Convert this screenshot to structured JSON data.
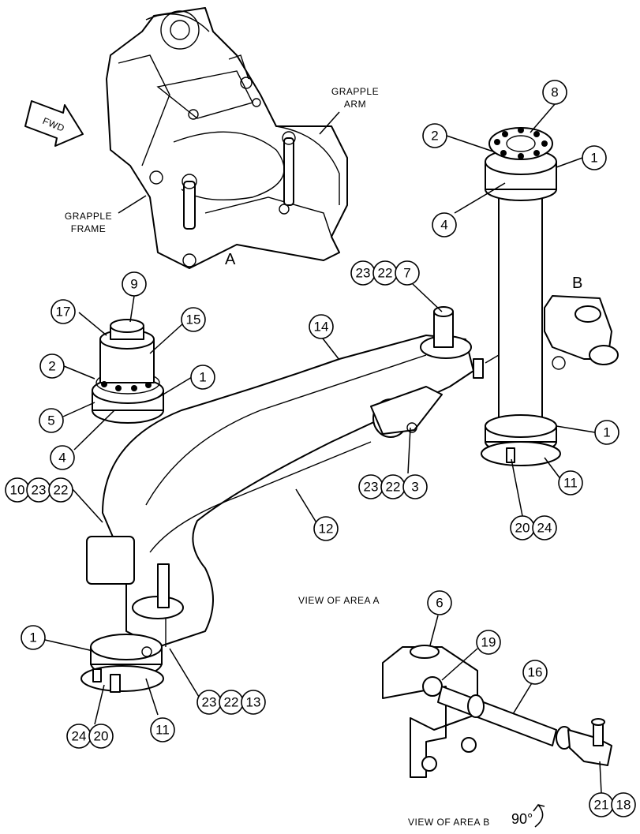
{
  "labels": {
    "fwd": "FWD",
    "grapple_arm": [
      "GRAPPLE",
      "ARM"
    ],
    "grapple_frame": [
      "GRAPPLE",
      "FRAME"
    ],
    "area_a": "A",
    "area_b": "B",
    "view_a": "VIEW OF AREA A",
    "view_b": "VIEW OF AREA B",
    "rotation": "90°"
  },
  "callouts": {
    "c8": "8",
    "c2a": "2",
    "c1a": "1",
    "c4a": "4",
    "c23a": "23",
    "c22a": "22",
    "c7": "7",
    "c9": "9",
    "c17": "17",
    "c15": "15",
    "c2b": "2",
    "c1b": "1",
    "c5": "5",
    "c4b": "4",
    "c14": "14",
    "c1c": "1",
    "c11a": "11",
    "c10": "10",
    "c23b": "23",
    "c22b": "22",
    "c23c": "23",
    "c22c": "22",
    "c3": "3",
    "c20a": "20",
    "c24a": "24",
    "c12": "12",
    "c6": "6",
    "c1d": "1",
    "c19": "19",
    "c16": "16",
    "c23d": "23",
    "c22d": "22",
    "c13": "13",
    "c24b": "24",
    "c20b": "20",
    "c11b": "11",
    "c21": "21",
    "c18": "18"
  }
}
